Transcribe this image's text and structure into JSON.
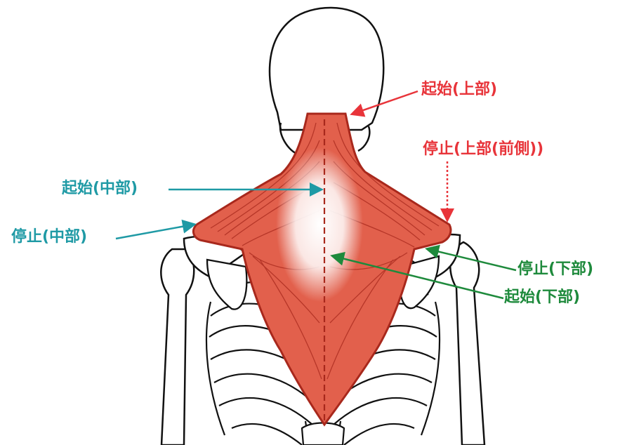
{
  "colors": {
    "origin_upper": "#e8343a",
    "insertion_upper": "#e8343a",
    "middle": "#1f9aa5",
    "lower": "#1e8a3c",
    "muscle_fill": "#e2604c",
    "muscle_line": "#a8281c",
    "bone_line": "#111111"
  },
  "labels": {
    "origin_upper": "起始(上部)",
    "insertion_upper": "停止(上部(前側))",
    "origin_middle": "起始(中部)",
    "insertion_middle": "停止(中部)",
    "insertion_lower": "停止(下部)",
    "origin_lower": "起始(下部)"
  }
}
